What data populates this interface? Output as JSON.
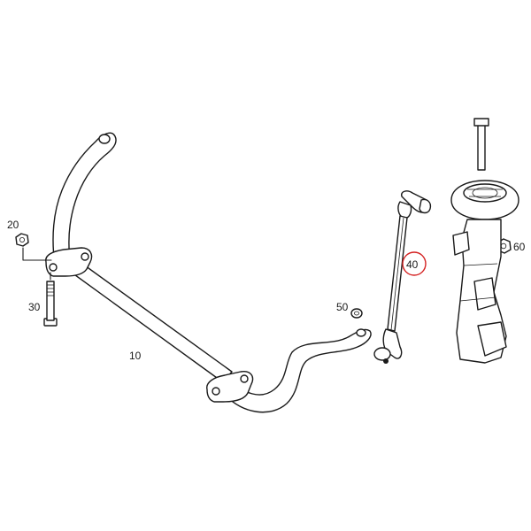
{
  "diagram": {
    "callouts": [
      {
        "id": "20",
        "label": "20"
      },
      {
        "id": "30",
        "label": "30"
      },
      {
        "id": "10",
        "label": "10"
      },
      {
        "id": "50",
        "label": "50"
      },
      {
        "id": "40",
        "label": "40"
      },
      {
        "id": "60",
        "label": "60"
      }
    ],
    "highlight": {
      "label": "40",
      "color": "#d42020"
    }
  }
}
